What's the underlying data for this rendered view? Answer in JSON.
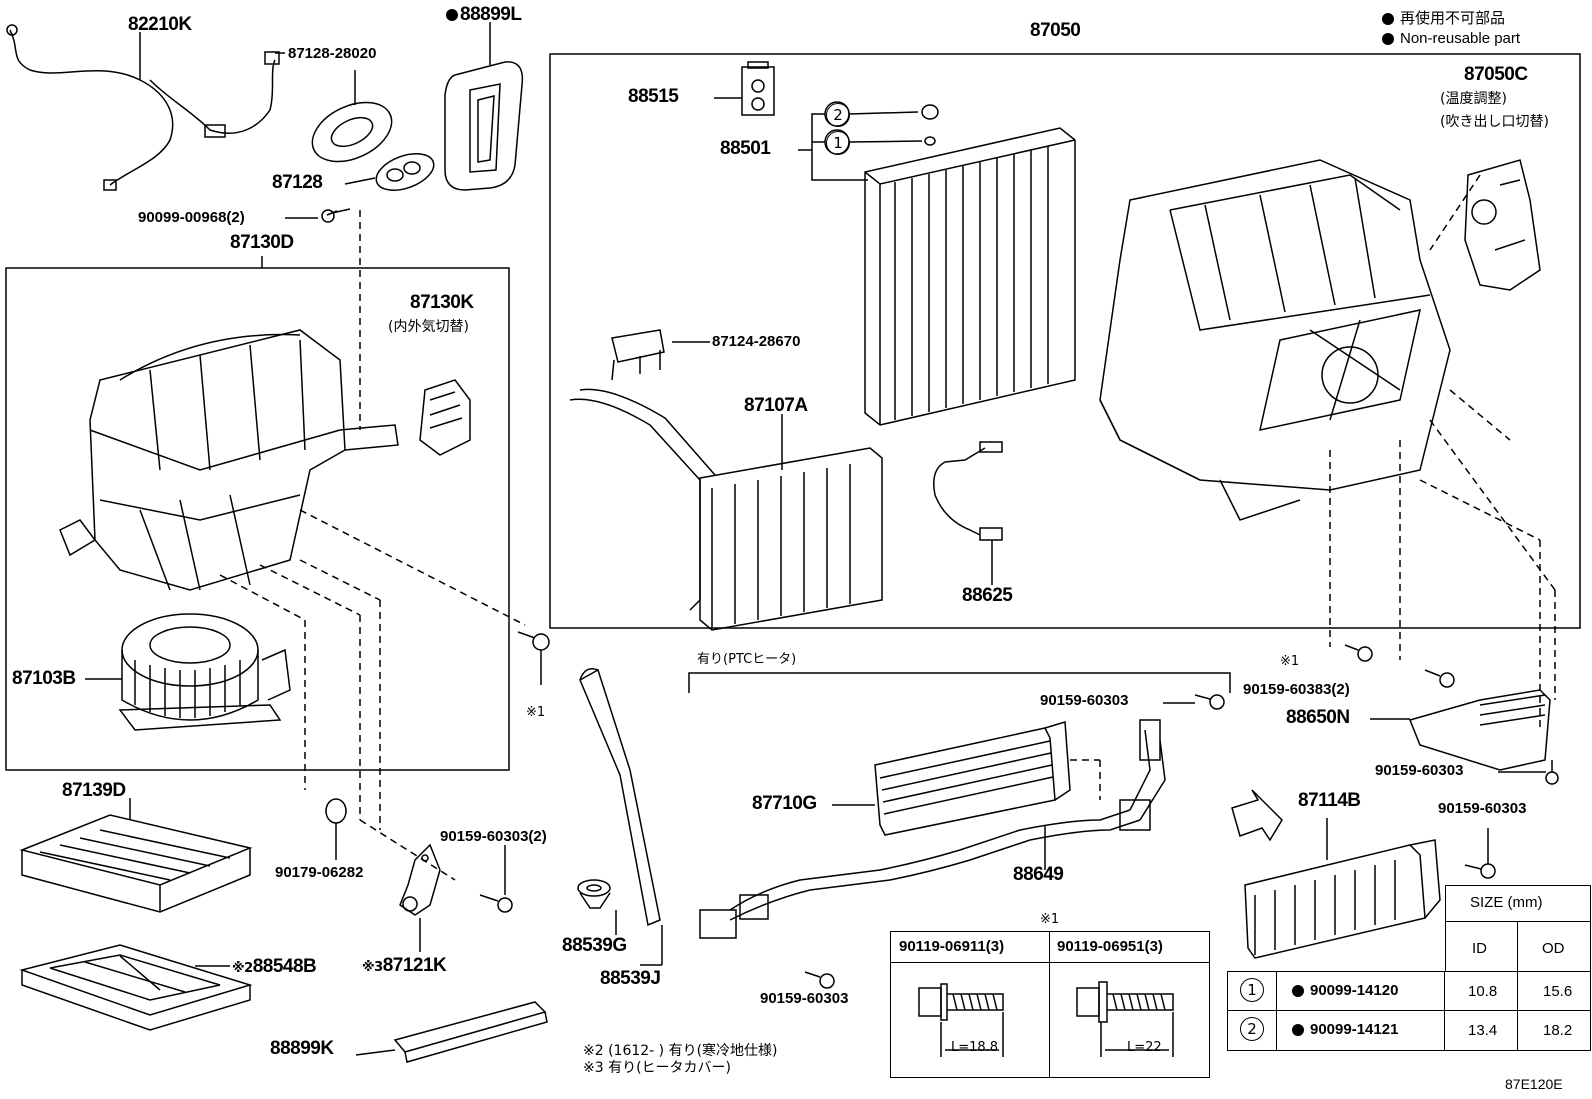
{
  "legend": {
    "line1": "再使用不可部品",
    "line2": "Non-reusable part"
  },
  "labels": {
    "p82210K": "82210K",
    "p87128_28020": "87128-28020",
    "p88899L": "88899L",
    "p87128": "87128",
    "p90099_00968": "90099-00968(2)",
    "p87130D": "87130D",
    "p87130K": "87130K",
    "p87130K_desc": "(内外気切替)",
    "p87103B": "87103B",
    "p87139D": "87139D",
    "p88548B": "88548B",
    "p88548B_mark": "※2",
    "p90179_06282": "90179-06282",
    "p90159_60303_2": "90159-60303(2)",
    "p87121K": "87121K",
    "p87121K_mark": "※3",
    "p88539G": "88539G",
    "p88539J": "88539J",
    "p88899K": "88899K",
    "p87050": "87050",
    "p88515": "88515",
    "p88501": "88501",
    "p87050C": "87050C",
    "p87050C_desc1": "(温度調整)",
    "p87050C_desc2": "(吹き出し口切替)",
    "p87124_28670": "87124-28670",
    "p87107A": "87107A",
    "p88625": "88625",
    "ptc_note": "有り(PTCヒータ)",
    "p90159_60303_a": "90159-60303",
    "p87710G": "87710G",
    "p88649": "88649",
    "p90159_60303_b": "90159-60303",
    "p90159_60383": "90159-60383(2)",
    "p88650N": "88650N",
    "p90159_60303_c": "90159-60303",
    "p87114B": "87114B",
    "p90159_60303_d": "90159-60303",
    "mark1_a": "※1",
    "mark1_b": "※1",
    "mark1_table": "※1",
    "note2": "※2 (1612-        ) 有り(寒冷地仕様)",
    "note3": "※3 有り(ヒータカバー)",
    "circle1": "1",
    "circle2": "2",
    "footer": "87E120E"
  },
  "bolt_table": {
    "col1": "90119-06911(3)",
    "col2": "90119-06951(3)",
    "len1": "L=18.8",
    "len2": "L=22"
  },
  "size_table": {
    "title": "SIZE (mm)",
    "id": "ID",
    "od": "OD",
    "rows": [
      {
        "no": "1",
        "part": "90099-14120",
        "id": "10.8",
        "od": "15.6"
      },
      {
        "no": "2",
        "part": "90099-14121",
        "id": "13.4",
        "od": "18.2"
      }
    ]
  }
}
